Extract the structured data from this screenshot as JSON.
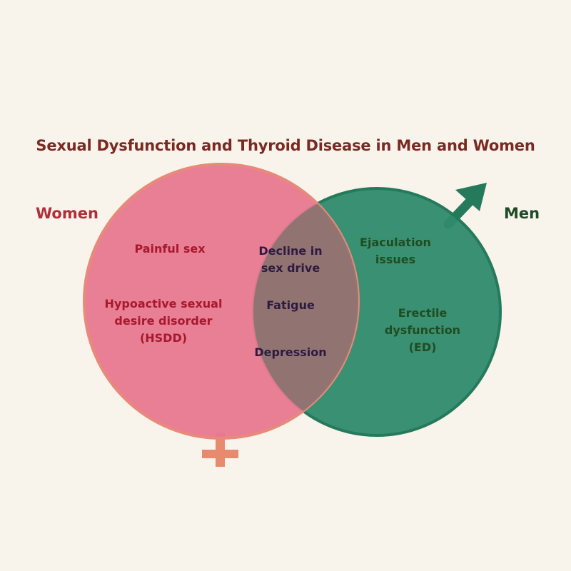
{
  "title": "Sexual Dysfunction and Thyroid Disease in Men and Women",
  "colors": {
    "background": "#f8f4ec",
    "title": "#7a2a22",
    "women_fill": "#e8788f",
    "women_stroke": "#e88a7a",
    "men_fill": "#2f8a6c",
    "men_stroke": "#257a5c",
    "overlap_fill": "#8a7470",
    "women_text": "#a8182e",
    "men_text": "#1f4d22",
    "overlap_text": "#2c1a40",
    "women_label": "#b02e3a",
    "men_label": "#1e4a28",
    "female_symbol": "#e88a6e",
    "male_symbol": "#257a5c"
  },
  "groups": {
    "women": {
      "label": "Women",
      "symbol": "female-symbol",
      "items": [
        "Painful sex",
        "Hypoactive sexual\ndesire disorder\n(HSDD)"
      ]
    },
    "men": {
      "label": "Men",
      "symbol": "male-symbol",
      "items": [
        "Ejaculation\nissues",
        "Erectile\ndysfunction\n(ED)"
      ]
    },
    "both": {
      "items": [
        "Decline in\nsex drive",
        "Fatigue",
        "Depression"
      ]
    }
  }
}
